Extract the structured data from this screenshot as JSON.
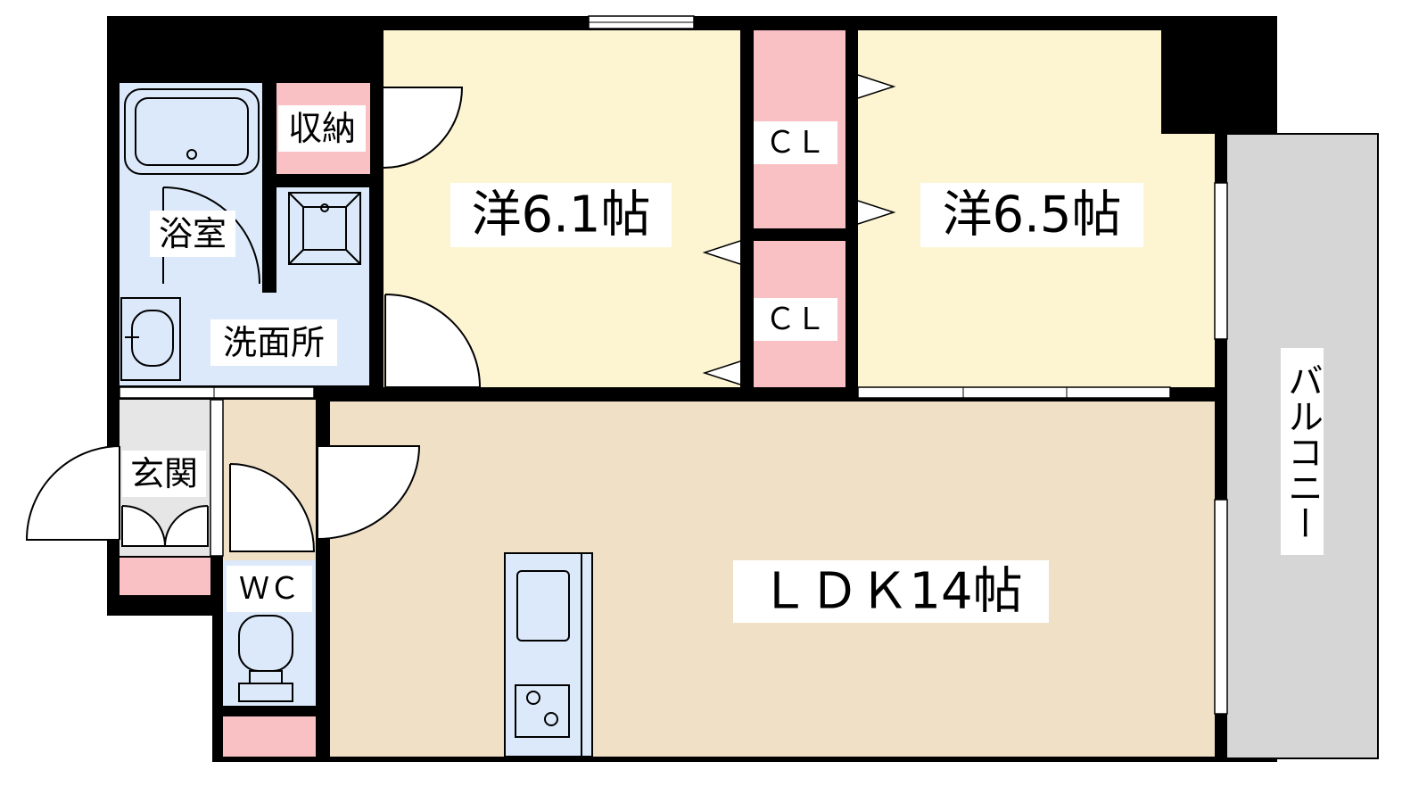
{
  "floor_plan": {
    "rooms": {
      "western_1": "洋6.1帖",
      "western_2": "洋6.5帖",
      "ldk": "ＬＤＫ14帖",
      "closet_1": "ＣＬ",
      "closet_2": "ＣＬ",
      "storage": "収納",
      "bathroom": "浴室",
      "washroom": "洗面所",
      "entrance": "玄関",
      "toilet": "ＷＣ",
      "balcony": "バルコニー"
    },
    "colors": {
      "wall": "#000000",
      "western_room": "#fdf5d2",
      "ldk": "#efe0c6",
      "wet_area": "#dce9fa",
      "closet": "#f9c1c4",
      "balcony": "#d6d6d6",
      "entrance": "#e6e6e6"
    }
  }
}
